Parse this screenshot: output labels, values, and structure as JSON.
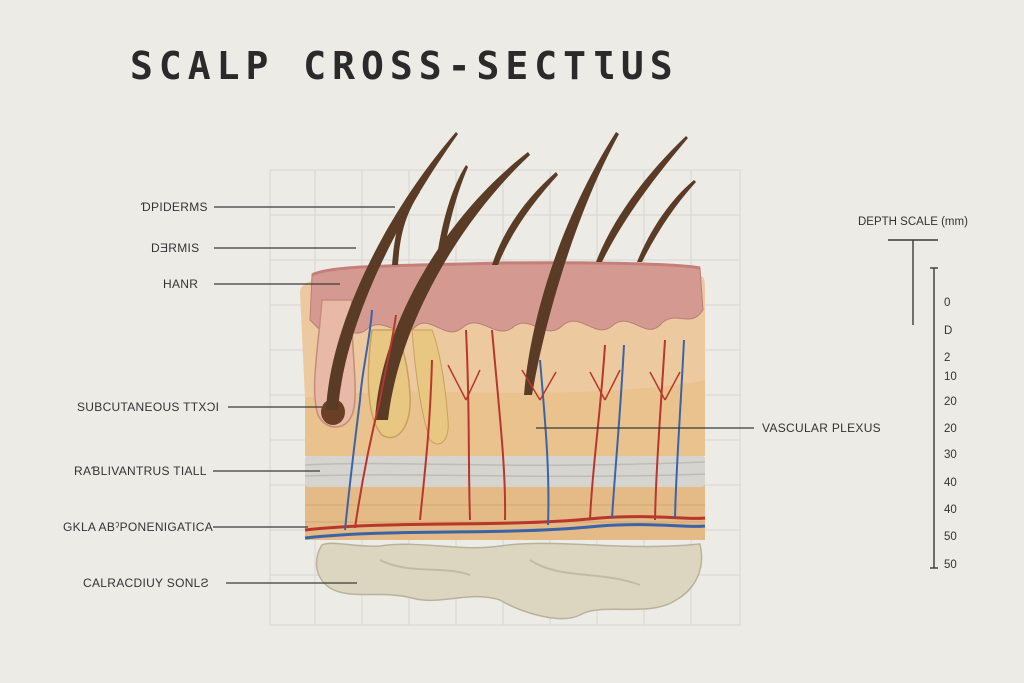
{
  "title": "SCALP CROSS-SECTƖUS",
  "left_labels": [
    {
      "id": "epidermis",
      "text": "ƊPIDERMS"
    },
    {
      "id": "dermis",
      "text": "DƎRMIS"
    },
    {
      "id": "hair",
      "text": "HANR"
    },
    {
      "id": "subcutaneous",
      "text": "SUBCUTANEOUS TTXƆI"
    },
    {
      "id": "aponeurotica-layer",
      "text": "RAƁLIVANTRUS TIALL"
    },
    {
      "id": "galea",
      "text": "GKLA ABˀPONENIGATICA"
    },
    {
      "id": "bone",
      "text": "CALRACDIUY SONLƧ"
    }
  ],
  "right_label": "VASCULAR PLEXUS",
  "depth_scale": {
    "title": "DEPTH SCALE (mm)",
    "ticks": [
      "0",
      "D",
      "2",
      "10",
      "20",
      "20",
      "30",
      "40",
      "40",
      "50",
      "50"
    ]
  },
  "colors": {
    "background": "#ecebe6",
    "epidermis": "#d49a92",
    "dermis": "#edc9a0",
    "fat": "#e9c28e",
    "fascia": "#d5d4cf",
    "bone": "#dcd6c1",
    "hair": "#5a3b25",
    "artery": "#b8372d",
    "vein": "#3b64a8"
  }
}
